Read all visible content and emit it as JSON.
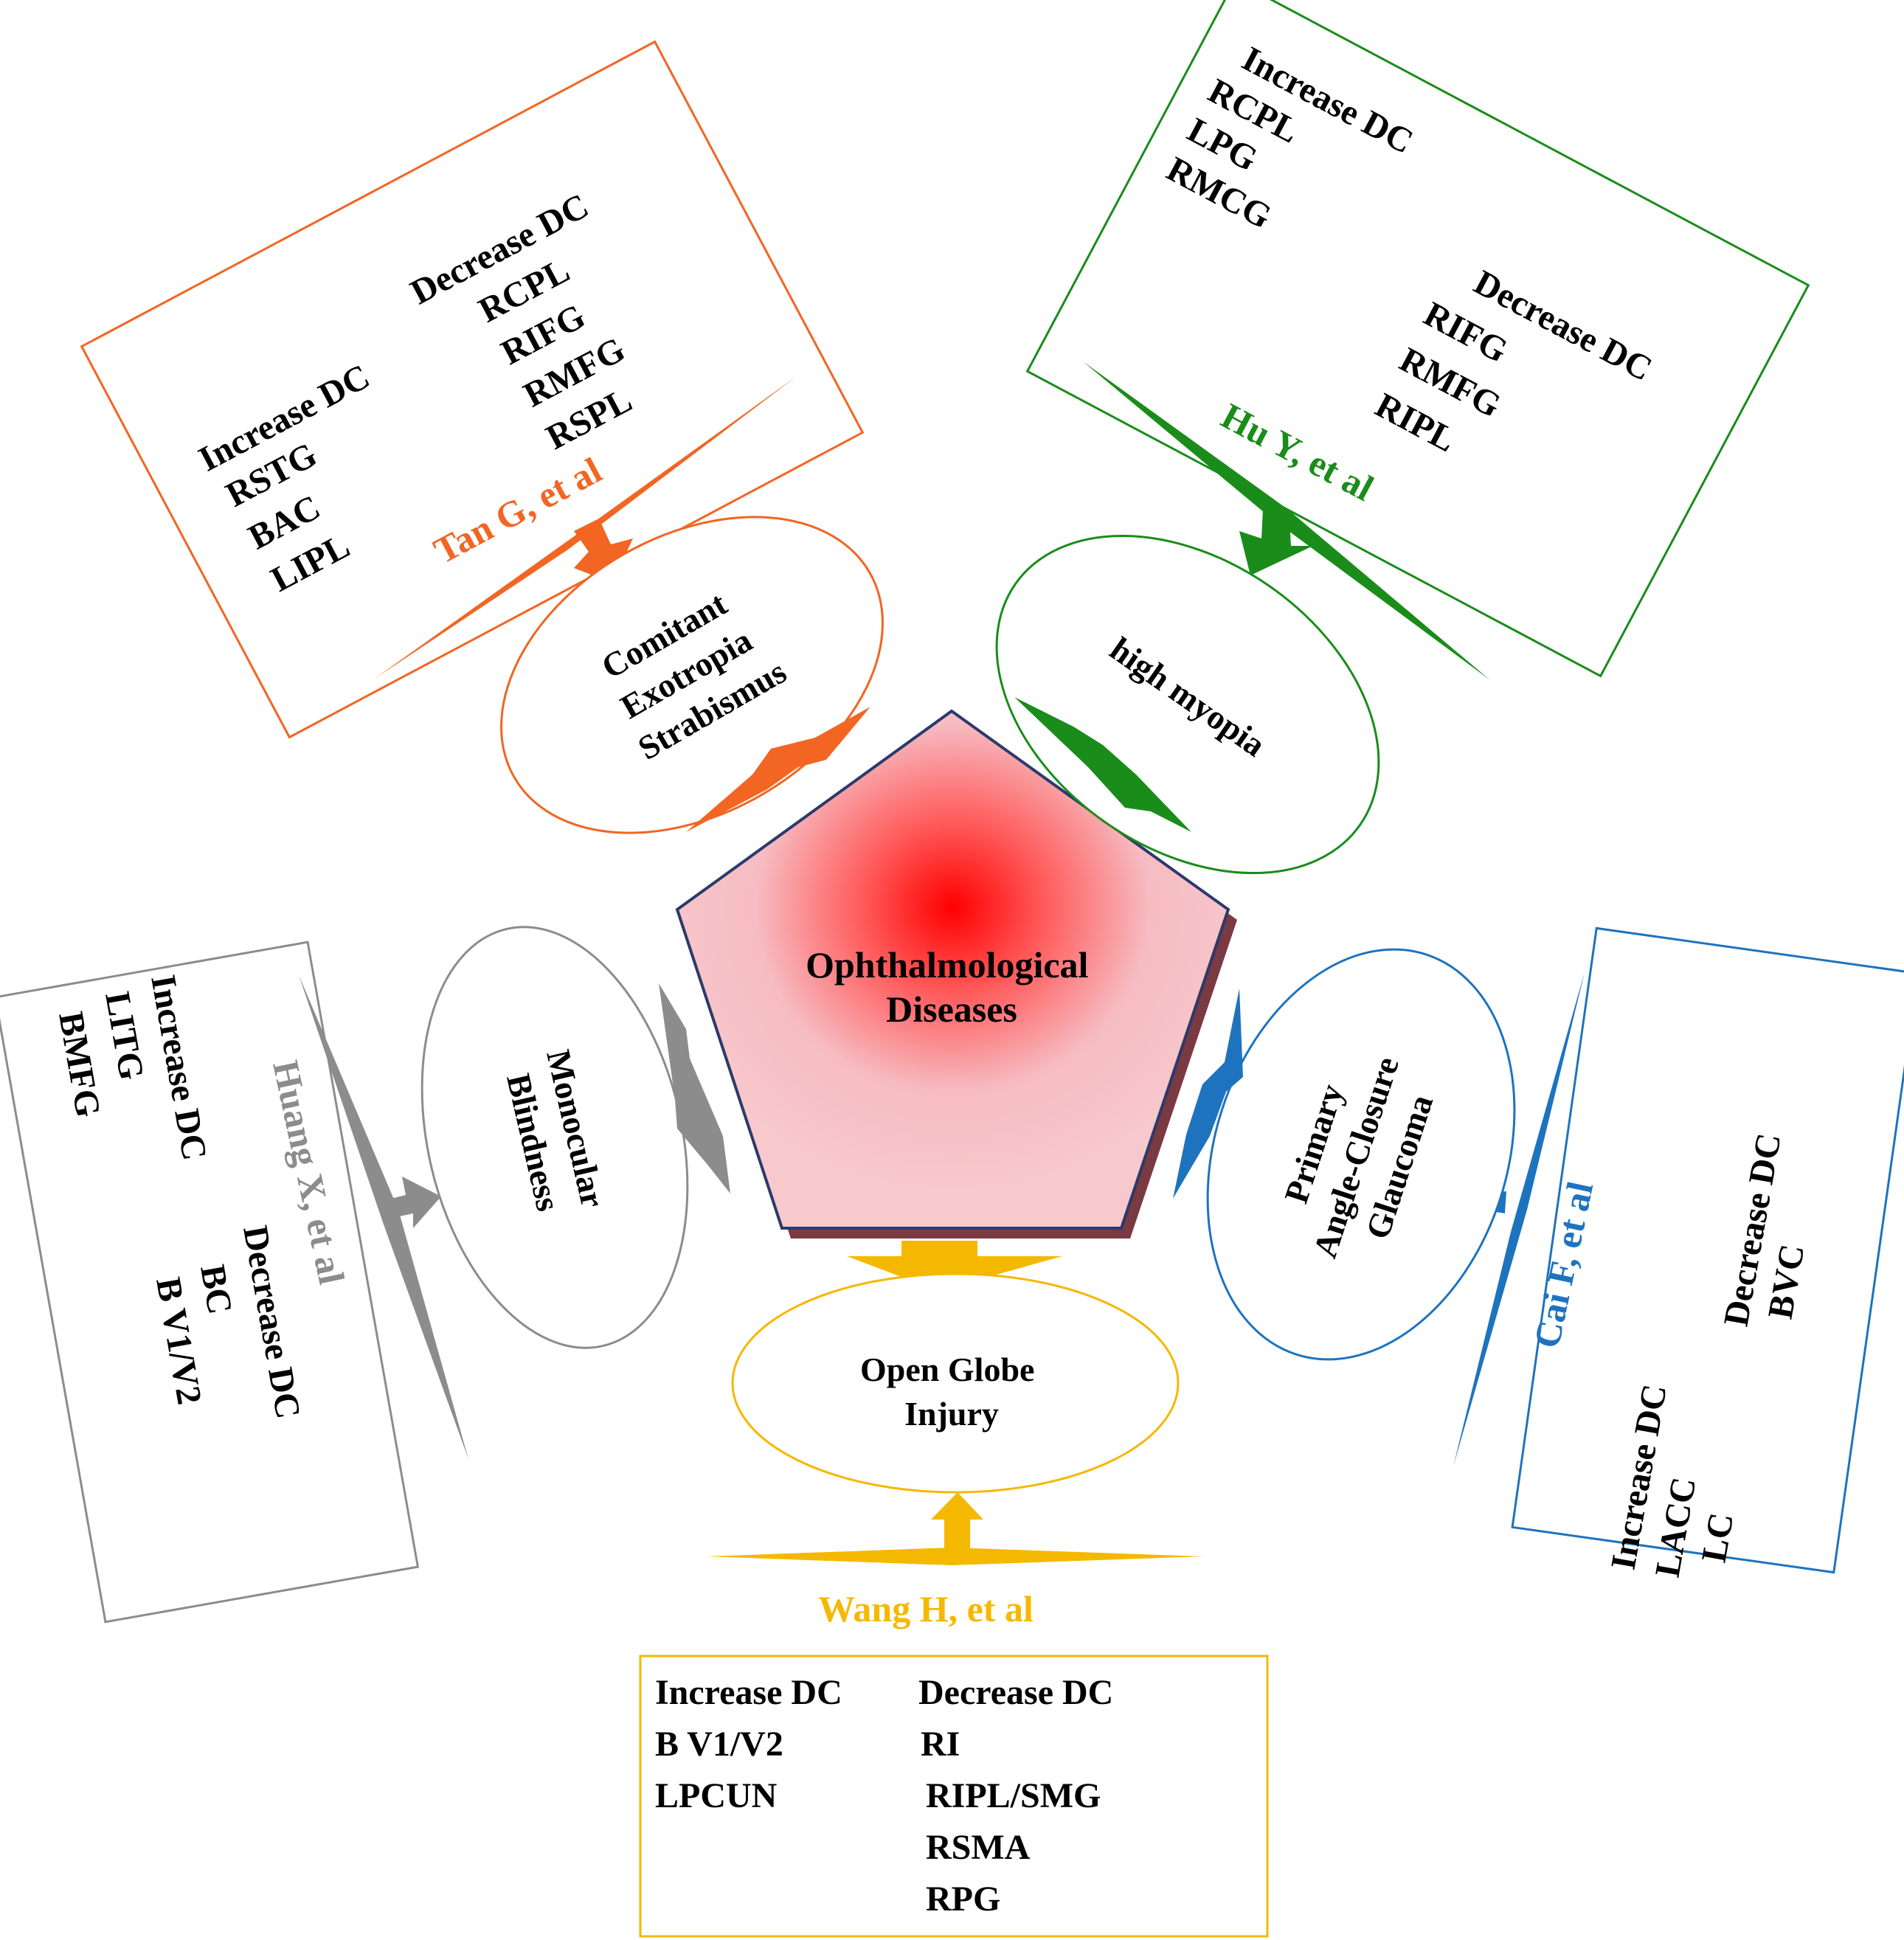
{
  "center": {
    "lines": [
      "Ophthalmological",
      "Diseases"
    ]
  },
  "colors": {
    "strabismus": "#f26522",
    "myopia": "#1a8c1a",
    "glaucoma": "#1e73be",
    "injury": "#f5b800",
    "blindness": "#8c8c8c",
    "pentagon_fill": "#f6c2c6",
    "pentagon_core": "#ff0000"
  },
  "groups": {
    "strabismus": {
      "disease": [
        "Comitant",
        "Exotropia",
        "Strabismus"
      ],
      "author": "Tan G, et al",
      "increase_label": "Increase DC",
      "increase": [
        "RSTG",
        "BAC",
        "LIPL"
      ],
      "decrease_label": "Decrease DC",
      "decrease": [
        "RCPL",
        "RIFG",
        "RMFG",
        "RSPL"
      ]
    },
    "myopia": {
      "disease": [
        "high myopia"
      ],
      "author": "Hu Y, et al",
      "increase_label": "Increase DC",
      "increase": [
        "RCPL",
        "LPG",
        "RMCG"
      ],
      "decrease_label": "Decrease DC",
      "decrease": [
        "RIFG",
        "RMFG",
        "RIPL"
      ]
    },
    "glaucoma": {
      "disease": [
        "Primary",
        "Angle-Closure",
        "Glaucoma"
      ],
      "author": "Cai F, et al",
      "increase_label": "Increase DC",
      "increase": [
        "LACC",
        "LC"
      ],
      "decrease_label": "Decrease DC",
      "decrease": [
        "BVC"
      ]
    },
    "injury": {
      "disease": [
        "Open Globe",
        "Injury"
      ],
      "author": "Wang H, et al",
      "increase_label": "Increase DC",
      "increase": [
        "B V1/V2",
        "LPCUN"
      ],
      "decrease_label": "Decrease DC",
      "decrease": [
        "RI",
        "RIPL/SMG",
        "RSMA",
        "RPG"
      ]
    },
    "blindness": {
      "disease": [
        "Monocular",
        "Blindness"
      ],
      "author": "Huang X, et al",
      "increase_label": "Increase DC",
      "increase": [
        "LITG",
        "BMFG"
      ],
      "decrease_label": "Decrease DC",
      "decrease": [
        "BC",
        "B V1/V2"
      ]
    }
  }
}
